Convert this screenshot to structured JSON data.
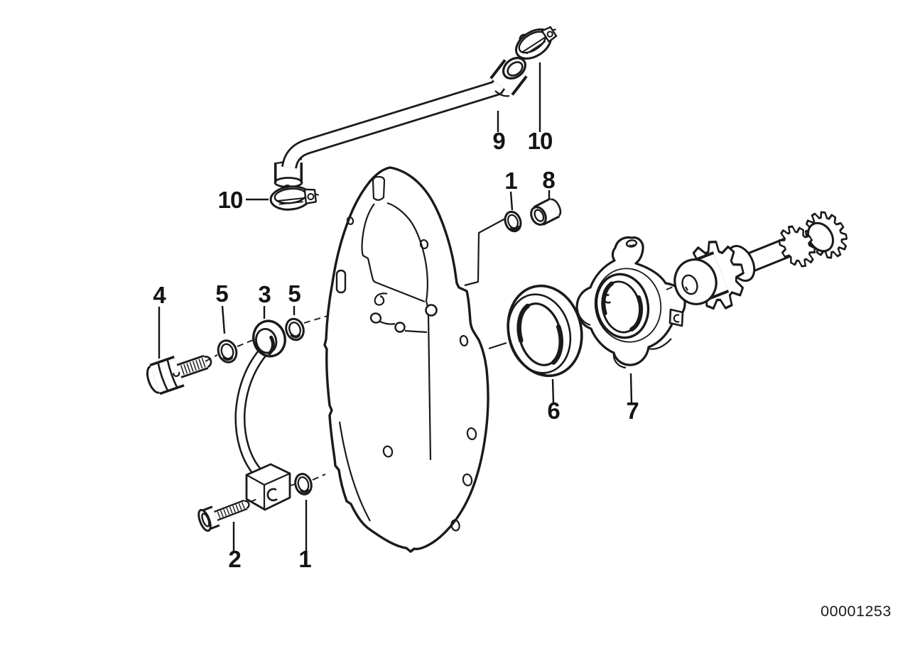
{
  "figure": {
    "drawing_number": "00001253",
    "line_color": "#1a1a1a",
    "callouts": {
      "c4": "4",
      "c5a": "5",
      "c3": "3",
      "c5b": "5",
      "c10_left": "10",
      "c9": "9",
      "c10_right": "10",
      "c1_top": "1",
      "c8": "8",
      "c6": "6",
      "c7": "7",
      "c2": "2",
      "c1_bottom": "1"
    }
  }
}
